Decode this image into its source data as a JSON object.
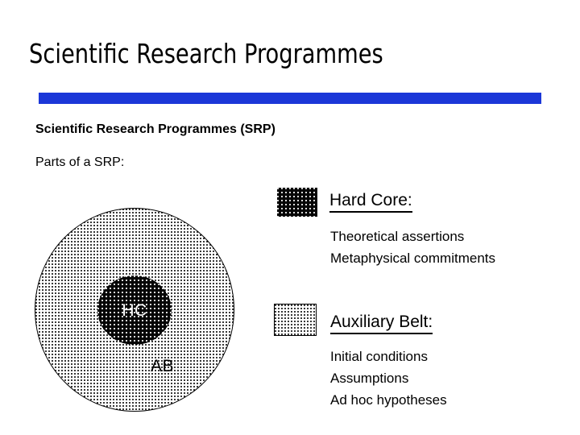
{
  "slide": {
    "title": "Scientific Research Programmes",
    "rule_color": "#1b37d8",
    "heading": "Scientific Research Programmes (SRP)",
    "subheading": "Parts of a SRP:"
  },
  "diagram": {
    "outer_label": "AB",
    "inner_label": "HC",
    "outer_fill": "#ffffff",
    "outer_pattern": "black-dots",
    "outer_border": "#000000",
    "inner_fill": "#000000",
    "inner_pattern": "white-dots",
    "inner_label_color": "#ffffff"
  },
  "legend": [
    {
      "key": "hard-core",
      "title": "Hard Core:",
      "swatch": "black-with-white-dots",
      "lines": [
        "Theoretical assertions",
        "Metaphysical commitments"
      ]
    },
    {
      "key": "auxiliary-belt",
      "title": "Auxiliary Belt:",
      "swatch": "white-with-black-dots",
      "lines": [
        "Initial conditions",
        "Assumptions",
        "Ad hoc hypotheses"
      ]
    }
  ]
}
